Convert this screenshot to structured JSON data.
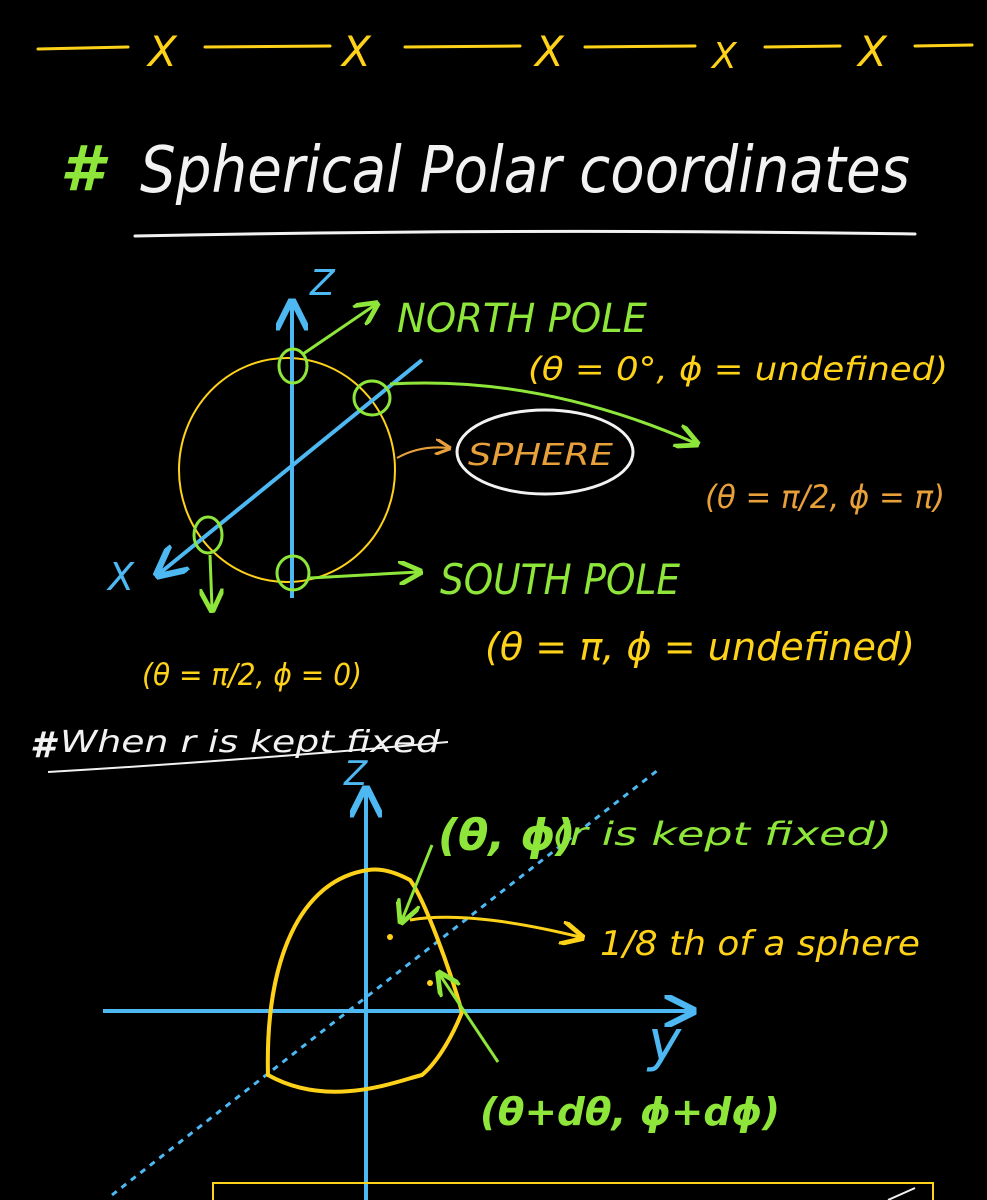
{
  "colors": {
    "background": "#000000",
    "yellow": "#ffd21a",
    "green": "#8fe63a",
    "blue": "#4db8f2",
    "orange": "#e8a03a",
    "white": "#f2f2f2"
  },
  "separator": {
    "marks": [
      "X",
      "X",
      "X",
      "X",
      "X"
    ]
  },
  "title": {
    "hash": "#",
    "text": "Spherical Polar coordinates"
  },
  "sphere_diagram": {
    "axis_z": "Z",
    "axis_x": "X",
    "north_pole_label": "NORTH POLE",
    "north_pole_coords": "(θ = 0°, ϕ = undefined)",
    "sphere_label": "SPHERE",
    "equator_point_coords_1": "(θ = π/2, ϕ = π)",
    "south_pole_label": "SOUTH POLE",
    "south_pole_coords": "(θ = π, ϕ = undefined)",
    "equator_point_coords_2": "(θ = π/2, ϕ = 0)"
  },
  "fixed_r_section": {
    "hash": "#",
    "heading": "When r is kept fixed",
    "axis_z": "Z",
    "axis_y": "y",
    "point_label": "(θ, ϕ)",
    "point_note": "(r is kept fixed)",
    "octant_note": "1/8 th of a sphere",
    "point2_label": "(θ+dθ, ϕ+dϕ)"
  }
}
